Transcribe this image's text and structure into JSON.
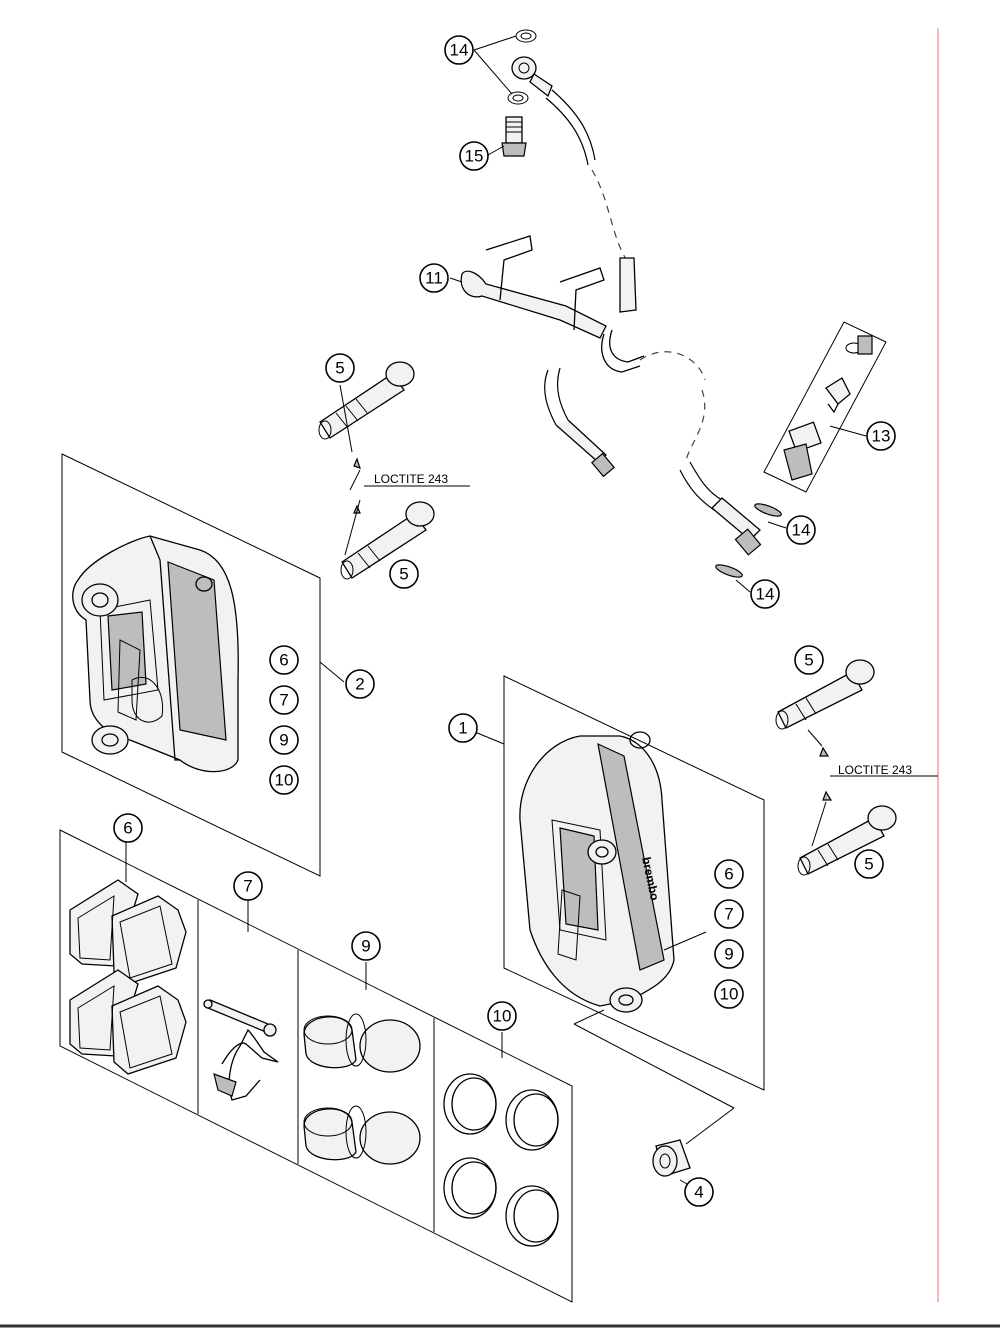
{
  "diagram": {
    "notes": {
      "loctite_upper": "LOCTITE 243",
      "loctite_right": "LOCTITE 243"
    },
    "brand_text": "brembo",
    "callouts": {
      "c14_top": "14",
      "c15": "15",
      "c11": "11",
      "c5_upper_a": "5",
      "c5_upper_b": "5",
      "c13": "13",
      "c14_mid": "14",
      "c14_low": "14",
      "c2": "2",
      "c6_left": "6",
      "c7_left": "7",
      "c9_left": "9",
      "c10_left": "10",
      "c5_right_a": "5",
      "c5_right_b": "5",
      "c1": "1",
      "c6_right": "6",
      "c7_right": "7",
      "c9_right": "9",
      "c10_right": "10",
      "c6_pads": "6",
      "c7_pins": "7",
      "c9_pistons": "9",
      "c10_seals": "10",
      "c4": "4"
    }
  }
}
